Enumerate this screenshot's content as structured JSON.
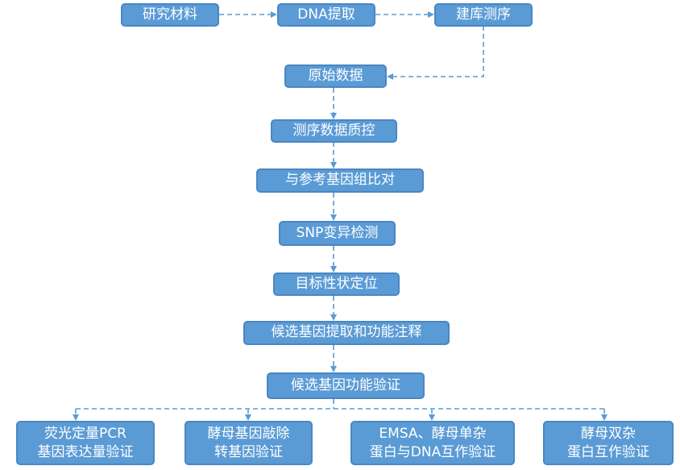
{
  "nodes": {
    "research_material": "研究材料",
    "dna_extraction": "DNA提取",
    "library_sequencing": "建库测序",
    "raw_data": "原始数据",
    "qc": "测序数据质控",
    "alignment": "与参考基因组比对",
    "snp_detection": "SNP变异检测",
    "trait_localization": "目标性状定位",
    "candidate_annotation": "候选基因提取和功能注释",
    "candidate_validation": "候选基因功能验证",
    "qpcr": {
      "line1": "荧光定量PCR",
      "line2": "基因表达量验证"
    },
    "yeast_knockout": {
      "line1": "酵母基因敲除",
      "line2": "转基因验证"
    },
    "emsa": {
      "line1": "EMSA、酵母单杂",
      "line2": "蛋白与DNA互作验证"
    },
    "y2h": {
      "line1": "酵母双杂",
      "line2": "蛋白互作验证"
    }
  },
  "colors": {
    "node_fill": "#5b9bd5",
    "node_border": "#4a86c4",
    "edge": "#5b9bd5",
    "text": "#ffffff"
  }
}
